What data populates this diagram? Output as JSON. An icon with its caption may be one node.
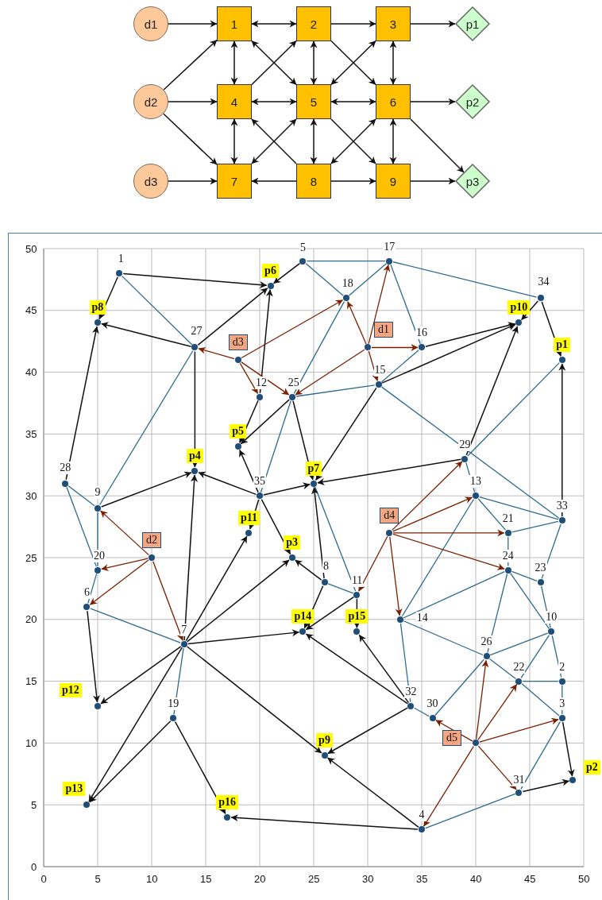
{
  "diagram": {
    "nodes": [
      {
        "text": [
          "d1"
        ]
      },
      {
        "text": [
          "1"
        ]
      },
      {
        "text": [
          "2"
        ]
      },
      {
        "text": [
          "3"
        ]
      },
      {
        "text": [
          "p1"
        ]
      },
      {
        "text": [
          "d2"
        ]
      },
      {
        "text": [
          "4"
        ]
      },
      {
        "text": [
          "5"
        ]
      },
      {
        "text": [
          "6"
        ]
      },
      {
        "text": [
          "p2"
        ]
      },
      {
        "text": [
          "d3"
        ]
      },
      {
        "text": [
          "7"
        ]
      },
      {
        "text": [
          "8"
        ]
      },
      {
        "text": [
          "9"
        ]
      },
      {
        "text": [
          "p3"
        ]
      },
      {
        "text": [],
        "shape": "circle",
        "beside": [
          "1"
        ]
      },
      {
        "text": [],
        "shape": "circle",
        "beside": [
          "5"
        ]
      },
      {
        "text": [],
        "shape": "circle",
        "beside": [
          "17"
        ]
      },
      {
        "text": [],
        "shape": "circle",
        "beside": [
          "p6"
        ]
      },
      {
        "text": [],
        "shape": "circle",
        "beside": [
          "18"
        ]
      },
      {
        "text": [],
        "shape": "circle",
        "beside": [
          "34"
        ]
      },
      {
        "text": [],
        "shape": "circle",
        "beside": [
          "p8"
        ]
      },
      {
        "text": [],
        "shape": "circle",
        "beside": [
          "p10"
        ]
      },
      {
        "text": [],
        "shape": "circle",
        "beside": [
          "27"
        ]
      },
      {
        "text": [],
        "shape": "circle",
        "beside": [
          "d1"
        ]
      },
      {
        "text": [],
        "shape": "circle",
        "beside": [
          "16"
        ]
      },
      {
        "text": [],
        "shape": "circle",
        "beside": [
          "d3"
        ]
      },
      {
        "text": [],
        "shape": "circle",
        "beside": [
          "p1"
        ]
      },
      {
        "text": [],
        "shape": "circle",
        "beside": [
          "15"
        ]
      },
      {
        "text": [],
        "shape": "circle",
        "beside": [
          "12"
        ]
      },
      {
        "text": [],
        "shape": "circle",
        "beside": [
          "25"
        ]
      },
      {
        "text": [],
        "shape": "circle",
        "beside": [
          "p5"
        ]
      },
      {
        "text": [],
        "shape": "circle",
        "beside": [
          "29"
        ]
      },
      {
        "text": [],
        "shape": "circle",
        "beside": [
          "p4"
        ]
      },
      {
        "text": [],
        "shape": "circle",
        "beside": [
          "28"
        ]
      },
      {
        "text": [],
        "shape": "circle",
        "beside": [
          "p7"
        ]
      },
      {
        "text": [],
        "shape": "circle",
        "beside": [
          "35"
        ]
      },
      {
        "text": [],
        "shape": "circle",
        "beside": [
          "13"
        ]
      },
      {
        "text": [],
        "shape": "circle",
        "beside": [
          "9"
        ]
      },
      {
        "text": [],
        "shape": "circle",
        "beside": [
          "33"
        ]
      },
      {
        "text": [],
        "shape": "circle",
        "beside": [
          "d4"
        ]
      },
      {
        "text": [],
        "shape": "circle",
        "beside": [
          "21"
        ]
      },
      {
        "text": [],
        "shape": "circle",
        "beside": [
          "p11"
        ]
      },
      {
        "text": [],
        "shape": "circle",
        "beside": [
          "d2"
        ]
      },
      {
        "text": [],
        "shape": "circle",
        "beside": [
          "p3"
        ]
      },
      {
        "text": [],
        "shape": "circle",
        "beside": [
          "20"
        ]
      },
      {
        "text": [],
        "shape": "circle",
        "beside": [
          "24"
        ]
      },
      {
        "text": [],
        "shape": "circle",
        "beside": [
          "8"
        ]
      },
      {
        "text": [],
        "shape": "circle",
        "beside": [
          "23"
        ]
      },
      {
        "text": [],
        "shape": "circle",
        "beside": [
          "11"
        ]
      },
      {
        "text": [],
        "shape": "circle",
        "beside": [
          "6"
        ]
      },
      {
        "text": [],
        "shape": "circle",
        "beside": [
          "14"
        ]
      },
      {
        "text": [],
        "shape": "circle",
        "beside": [
          "p14"
        ]
      },
      {
        "text": [],
        "shape": "circle",
        "beside": [
          "p15"
        ]
      },
      {
        "text": [],
        "shape": "circle",
        "beside": [
          "10"
        ]
      },
      {
        "text": [],
        "shape": "circle",
        "beside": [
          "7"
        ]
      },
      {
        "text": [],
        "shape": "circle",
        "beside": [
          "26"
        ]
      },
      {
        "text": [],
        "shape": "circle",
        "beside": [
          "22"
        ]
      },
      {
        "text": [],
        "shape": "circle",
        "beside": [
          "2"
        ]
      },
      {
        "text": [],
        "shape": "circle",
        "beside": [
          "p12"
        ]
      },
      {
        "text": [],
        "shape": "circle",
        "beside": [
          "32"
        ]
      },
      {
        "text": [],
        "shape": "circle",
        "beside": [
          "30"
        ]
      },
      {
        "text": [],
        "shape": "circle",
        "beside": [
          "19"
        ]
      },
      {
        "text": [],
        "shape": "circle",
        "beside": [
          "3"
        ]
      },
      {
        "text": [],
        "shape": "circle",
        "beside": [
          "d5"
        ]
      },
      {
        "text": [],
        "shape": "circle",
        "beside": [
          "p9"
        ]
      },
      {
        "text": [],
        "shape": "circle",
        "beside": [
          "31"
        ]
      },
      {
        "text": [],
        "shape": "circle",
        "beside": [
          "p2"
        ]
      },
      {
        "text": [],
        "shape": "circle",
        "beside": [
          "p13"
        ]
      },
      {
        "text": [],
        "shape": "circle",
        "beside": [
          "p16"
        ]
      },
      {
        "text": [],
        "shape": "circle",
        "beside": [
          "4"
        ]
      }
    ],
    "edges": [
      {
        "from": 0,
        "to": 1,
        "arrow": "to"
      },
      {
        "from": 1,
        "to": 2,
        "arrow": "both"
      },
      {
        "from": 2,
        "to": 3,
        "arrow": "to"
      },
      {
        "from": 3,
        "to": 4,
        "arrow": "to"
      },
      {
        "from": 5,
        "to": 1,
        "arrow": "to"
      },
      {
        "from": 1,
        "to": 6,
        "arrow": "both"
      },
      {
        "from": 1,
        "to": 7,
        "arrow": "both"
      },
      {
        "from": 6,
        "to": 2,
        "arrow": "to"
      },
      {
        "from": 2,
        "to": 7,
        "arrow": "both"
      },
      {
        "from": 2,
        "to": 8,
        "arrow": "to"
      },
      {
        "from": 3,
        "to": 7,
        "arrow": "both"
      },
      {
        "from": 3,
        "to": 8,
        "arrow": "both"
      },
      {
        "from": 5,
        "to": 6,
        "arrow": "to"
      },
      {
        "from": 6,
        "to": 7,
        "arrow": "both"
      },
      {
        "from": 7,
        "to": 8,
        "arrow": "both"
      },
      {
        "from": 8,
        "to": 9,
        "arrow": "to"
      },
      {
        "from": 5,
        "to": 11,
        "arrow": "to"
      },
      {
        "from": 6,
        "to": 11,
        "arrow": "both"
      },
      {
        "from": 7,
        "to": 11,
        "arrow": "both"
      },
      {
        "from": 12,
        "to": 6,
        "arrow": "to"
      },
      {
        "from": 7,
        "to": 12,
        "arrow": "both"
      },
      {
        "from": 7,
        "to": 13,
        "arrow": "to"
      },
      {
        "from": 8,
        "to": 12,
        "arrow": "both"
      },
      {
        "from": 8,
        "to": 13,
        "arrow": "both"
      },
      {
        "from": 8,
        "to": 14,
        "arrow": "to"
      },
      {
        "from": 10,
        "to": 11,
        "arrow": "to"
      },
      {
        "from": 12,
        "to": 11,
        "arrow": "to"
      },
      {
        "from": 12,
        "to": 13,
        "arrow": "to"
      },
      {
        "from": 13,
        "to": 14,
        "arrow": "to"
      },
      {
        "from": 15,
        "to": 23,
        "arrow": "none",
        "color": "#2e6a8e"
      },
      {
        "from": 16,
        "to": 17,
        "arrow": "none",
        "color": "#2e6a8e"
      },
      {
        "from": 16,
        "to": 19,
        "arrow": "none",
        "color": "#2e6a8e"
      },
      {
        "from": 19,
        "to": 17,
        "arrow": "none",
        "color": "#2e6a8e"
      },
      {
        "from": 17,
        "to": 25,
        "arrow": "none",
        "color": "#2e6a8e"
      },
      {
        "from": 17,
        "to": 20,
        "arrow": "none",
        "color": "#2e6a8e"
      },
      {
        "from": 19,
        "to": 30,
        "arrow": "none",
        "color": "#2e6a8e"
      },
      {
        "from": 23,
        "to": 38,
        "arrow": "none",
        "color": "#2e6a8e"
      },
      {
        "from": 30,
        "to": 28,
        "arrow": "none",
        "color": "#2e6a8e"
      },
      {
        "from": 25,
        "to": 28,
        "arrow": "none",
        "color": "#2e6a8e"
      },
      {
        "from": 28,
        "to": 39,
        "arrow": "none",
        "color": "#2e6a8e"
      },
      {
        "from": 32,
        "to": 27,
        "arrow": "none",
        "color": "#2e6a8e"
      },
      {
        "from": 32,
        "to": 37,
        "arrow": "none",
        "color": "#2e6a8e"
      },
      {
        "from": 30,
        "to": 36,
        "arrow": "none",
        "color": "#2e6a8e"
      },
      {
        "from": 34,
        "to": 38,
        "arrow": "none",
        "color": "#2e6a8e"
      },
      {
        "from": 34,
        "to": 45,
        "arrow": "none",
        "color": "#2e6a8e"
      },
      {
        "from": 38,
        "to": 45,
        "arrow": "none",
        "color": "#2e6a8e"
      },
      {
        "from": 45,
        "to": 50,
        "arrow": "none",
        "color": "#2e6a8e"
      },
      {
        "from": 50,
        "to": 55,
        "arrow": "none",
        "color": "#2e6a8e"
      },
      {
        "from": 55,
        "to": 62,
        "arrow": "none",
        "color": "#2e6a8e"
      },
      {
        "from": 35,
        "to": 49,
        "arrow": "none",
        "color": "#2e6a8e"
      },
      {
        "from": 47,
        "to": 49,
        "arrow": "none",
        "color": "#2e6a8e"
      },
      {
        "from": 37,
        "to": 39,
        "arrow": "none",
        "color": "#2e6a8e"
      },
      {
        "from": 37,
        "to": 41,
        "arrow": "none",
        "color": "#2e6a8e"
      },
      {
        "from": 41,
        "to": 39,
        "arrow": "none",
        "color": "#2e6a8e"
      },
      {
        "from": 39,
        "to": 48,
        "arrow": "none",
        "color": "#2e6a8e"
      },
      {
        "from": 48,
        "to": 54,
        "arrow": "none",
        "color": "#2e6a8e"
      },
      {
        "from": 46,
        "to": 48,
        "arrow": "none",
        "color": "#2e6a8e"
      },
      {
        "from": 41,
        "to": 46,
        "arrow": "none",
        "color": "#2e6a8e"
      },
      {
        "from": 46,
        "to": 51,
        "arrow": "none",
        "color": "#2e6a8e"
      },
      {
        "from": 37,
        "to": 51,
        "arrow": "none",
        "color": "#2e6a8e"
      },
      {
        "from": 46,
        "to": 56,
        "arrow": "none",
        "color": "#2e6a8e"
      },
      {
        "from": 46,
        "to": 54,
        "arrow": "none",
        "color": "#2e6a8e"
      },
      {
        "from": 51,
        "to": 56,
        "arrow": "none",
        "color": "#2e6a8e"
      },
      {
        "from": 51,
        "to": 60,
        "arrow": "none",
        "color": "#2e6a8e"
      },
      {
        "from": 56,
        "to": 54,
        "arrow": "none",
        "color": "#2e6a8e"
      },
      {
        "from": 56,
        "to": 57,
        "arrow": "none",
        "color": "#2e6a8e"
      },
      {
        "from": 57,
        "to": 63,
        "arrow": "none",
        "color": "#2e6a8e"
      },
      {
        "from": 54,
        "to": 57,
        "arrow": "none",
        "color": "#2e6a8e"
      },
      {
        "from": 54,
        "to": 58,
        "arrow": "none",
        "color": "#2e6a8e"
      },
      {
        "from": 57,
        "to": 58,
        "arrow": "none",
        "color": "#2e6a8e"
      },
      {
        "from": 58,
        "to": 63,
        "arrow": "none",
        "color": "#2e6a8e"
      },
      {
        "from": 56,
        "to": 61,
        "arrow": "none",
        "color": "#2e6a8e"
      },
      {
        "from": 60,
        "to": 61,
        "arrow": "none",
        "color": "#2e6a8e"
      },
      {
        "from": 63,
        "to": 66,
        "arrow": "none",
        "color": "#2e6a8e"
      },
      {
        "from": 66,
        "to": 70,
        "arrow": "none",
        "color": "#2e6a8e"
      },
      {
        "from": 15,
        "to": 18,
        "arrow": "to"
      },
      {
        "from": 15,
        "to": 21,
        "arrow": "to"
      },
      {
        "from": 16,
        "to": 18,
        "arrow": "to"
      },
      {
        "from": 23,
        "to": 18,
        "arrow": "to"
      },
      {
        "from": 23,
        "to": 21,
        "arrow": "to"
      },
      {
        "from": 23,
        "to": 33,
        "arrow": "to"
      },
      {
        "from": 29,
        "to": 18,
        "arrow": "to"
      },
      {
        "from": 29,
        "to": 31,
        "arrow": "to"
      },
      {
        "from": 30,
        "to": 31,
        "arrow": "to"
      },
      {
        "from": 30,
        "to": 35,
        "arrow": "to"
      },
      {
        "from": 28,
        "to": 35,
        "arrow": "to"
      },
      {
        "from": 28,
        "to": 22,
        "arrow": "to"
      },
      {
        "from": 25,
        "to": 22,
        "arrow": "to"
      },
      {
        "from": 20,
        "to": 22,
        "arrow": "to"
      },
      {
        "from": 20,
        "to": 27,
        "arrow": "to"
      },
      {
        "from": 32,
        "to": 22,
        "arrow": "to"
      },
      {
        "from": 32,
        "to": 35,
        "arrow": "to"
      },
      {
        "from": 34,
        "to": 21,
        "arrow": "to"
      },
      {
        "from": 38,
        "to": 33,
        "arrow": "to"
      },
      {
        "from": 36,
        "to": 33,
        "arrow": "to"
      },
      {
        "from": 36,
        "to": 31,
        "arrow": "to"
      },
      {
        "from": 36,
        "to": 35,
        "arrow": "to"
      },
      {
        "from": 36,
        "to": 44,
        "arrow": "to"
      },
      {
        "from": 36,
        "to": 42,
        "arrow": "to"
      },
      {
        "from": 55,
        "to": 33,
        "arrow": "to"
      },
      {
        "from": 55,
        "to": 42,
        "arrow": "to"
      },
      {
        "from": 55,
        "to": 44,
        "arrow": "to"
      },
      {
        "from": 55,
        "to": 52,
        "arrow": "to"
      },
      {
        "from": 55,
        "to": 59,
        "arrow": "to"
      },
      {
        "from": 55,
        "to": 68,
        "arrow": "to"
      },
      {
        "from": 55,
        "to": 65,
        "arrow": "to"
      },
      {
        "from": 47,
        "to": 44,
        "arrow": "to"
      },
      {
        "from": 47,
        "to": 52,
        "arrow": "to"
      },
      {
        "from": 47,
        "to": 35,
        "arrow": "to"
      },
      {
        "from": 49,
        "to": 52,
        "arrow": "to"
      },
      {
        "from": 49,
        "to": 53,
        "arrow": "to"
      },
      {
        "from": 50,
        "to": 59,
        "arrow": "to"
      },
      {
        "from": 62,
        "to": 68,
        "arrow": "to"
      },
      {
        "from": 62,
        "to": 69,
        "arrow": "to"
      },
      {
        "from": 60,
        "to": 52,
        "arrow": "to"
      },
      {
        "from": 60,
        "to": 53,
        "arrow": "to"
      },
      {
        "from": 60,
        "to": 65,
        "arrow": "to"
      },
      {
        "from": 70,
        "to": 65,
        "arrow": "to"
      },
      {
        "from": 70,
        "to": 69,
        "arrow": "to"
      },
      {
        "from": 66,
        "to": 67,
        "arrow": "to"
      },
      {
        "from": 63,
        "to": 67,
        "arrow": "to"
      },
      {
        "from": 39,
        "to": 27,
        "arrow": "to"
      },
      {
        "from": 26,
        "to": 23,
        "arrow": "to",
        "color": "#7a1f00"
      },
      {
        "from": 26,
        "to": 29,
        "arrow": "to",
        "color": "#7a1f00"
      },
      {
        "from": 26,
        "to": 30,
        "arrow": "to",
        "color": "#7a1f00"
      },
      {
        "from": 26,
        "to": 19,
        "arrow": "to",
        "color": "#7a1f00"
      },
      {
        "from": 24,
        "to": 17,
        "arrow": "to",
        "color": "#7a1f00"
      },
      {
        "from": 24,
        "to": 19,
        "arrow": "to",
        "color": "#7a1f00"
      },
      {
        "from": 24,
        "to": 25,
        "arrow": "to",
        "color": "#7a1f00"
      },
      {
        "from": 24,
        "to": 28,
        "arrow": "to",
        "color": "#7a1f00"
      },
      {
        "from": 24,
        "to": 30,
        "arrow": "to",
        "color": "#7a1f00"
      },
      {
        "from": 43,
        "to": 38,
        "arrow": "to",
        "color": "#7a1f00"
      },
      {
        "from": 43,
        "to": 45,
        "arrow": "to",
        "color": "#7a1f00"
      },
      {
        "from": 43,
        "to": 50,
        "arrow": "to",
        "color": "#7a1f00"
      },
      {
        "from": 43,
        "to": 55,
        "arrow": "to",
        "color": "#7a1f00"
      },
      {
        "from": 40,
        "to": 32,
        "arrow": "to",
        "color": "#7a1f00"
      },
      {
        "from": 40,
        "to": 37,
        "arrow": "to",
        "color": "#7a1f00"
      },
      {
        "from": 40,
        "to": 41,
        "arrow": "to",
        "color": "#7a1f00"
      },
      {
        "from": 40,
        "to": 46,
        "arrow": "to",
        "color": "#7a1f00"
      },
      {
        "from": 40,
        "to": 51,
        "arrow": "to",
        "color": "#7a1f00"
      },
      {
        "from": 40,
        "to": 49,
        "arrow": "to",
        "color": "#7a1f00"
      },
      {
        "from": 64,
        "to": 61,
        "arrow": "to",
        "color": "#7a1f00"
      },
      {
        "from": 64,
        "to": 56,
        "arrow": "to",
        "color": "#7a1f00"
      },
      {
        "from": 64,
        "to": 57,
        "arrow": "to",
        "color": "#7a1f00"
      },
      {
        "from": 64,
        "to": 63,
        "arrow": "to",
        "color": "#7a1f00"
      },
      {
        "from": 64,
        "to": 66,
        "arrow": "to",
        "color": "#7a1f00"
      },
      {
        "from": 64,
        "to": 70,
        "arrow": "to",
        "color": "#7a1f00"
      }
    ],
    "labels": [
      "50",
      "45",
      "40",
      "35",
      "30",
      "25",
      "20",
      "15",
      "10",
      "5",
      "0",
      "0",
      "5",
      "10",
      "15",
      "20",
      "25",
      "30",
      "35",
      "40",
      "45",
      "50"
    ]
  }
}
